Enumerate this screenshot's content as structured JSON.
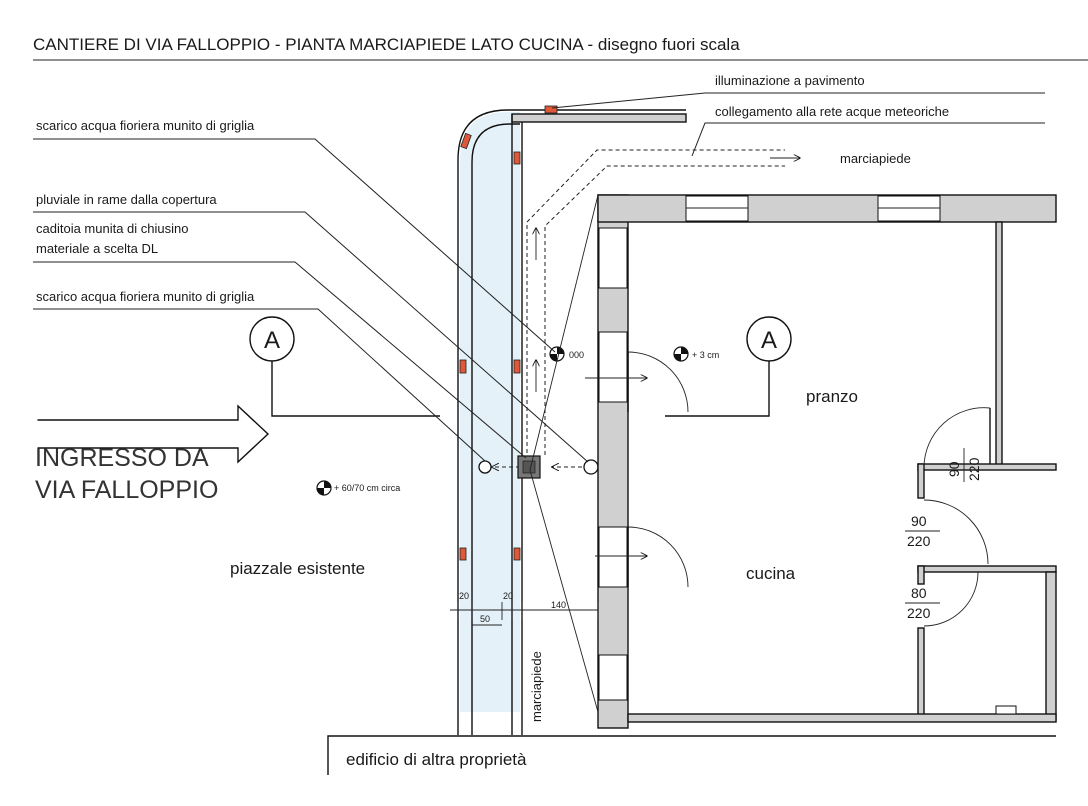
{
  "title": "CANTIERE DI VIA FALLOPPIO - PIANTA MARCIAPIEDE LATO CUCINA - disegno fuori scala",
  "notes": {
    "illuminazione": "illuminazione a pavimento",
    "collegamento": "collegamento alla rete acque meteoriche",
    "marciapiede_top": "marciapiede",
    "scarico_1": "scarico acqua fioriera munito di griglia",
    "pluviale": "pluviale in rame dalla copertura",
    "caditoia_1": "caditoia munita di chiusino",
    "caditoia_2": "materiale a scelta DL",
    "scarico_2": "scarico acqua fioriera munito di griglia"
  },
  "section_marker": "A",
  "entrance": {
    "line1": "INGRESSO DA",
    "line2": "VIA FALLOPPIO"
  },
  "levels": {
    "piazzale": "+ 60/70 cm circa",
    "marciapiede": "000",
    "interno": "+ 3 cm"
  },
  "areas": {
    "piazzale": "piazzale esistente",
    "edificio": "edificio di altra proprietà",
    "marciapiede_vertical": "marciapiede",
    "pranzo": "pranzo",
    "cucina": "cucina"
  },
  "dimensions": {
    "d20a": "20",
    "d50": "50",
    "d20b": "20",
    "d140": "140"
  },
  "doors": [
    {
      "w": "90",
      "h": "220"
    },
    {
      "w": "90",
      "h": "220"
    },
    {
      "w": "80",
      "h": "220"
    }
  ],
  "colors": {
    "planter_fill": "#cfe6f2",
    "light_marker": "#e0583a",
    "wall_fill": "#d0d0d0"
  }
}
